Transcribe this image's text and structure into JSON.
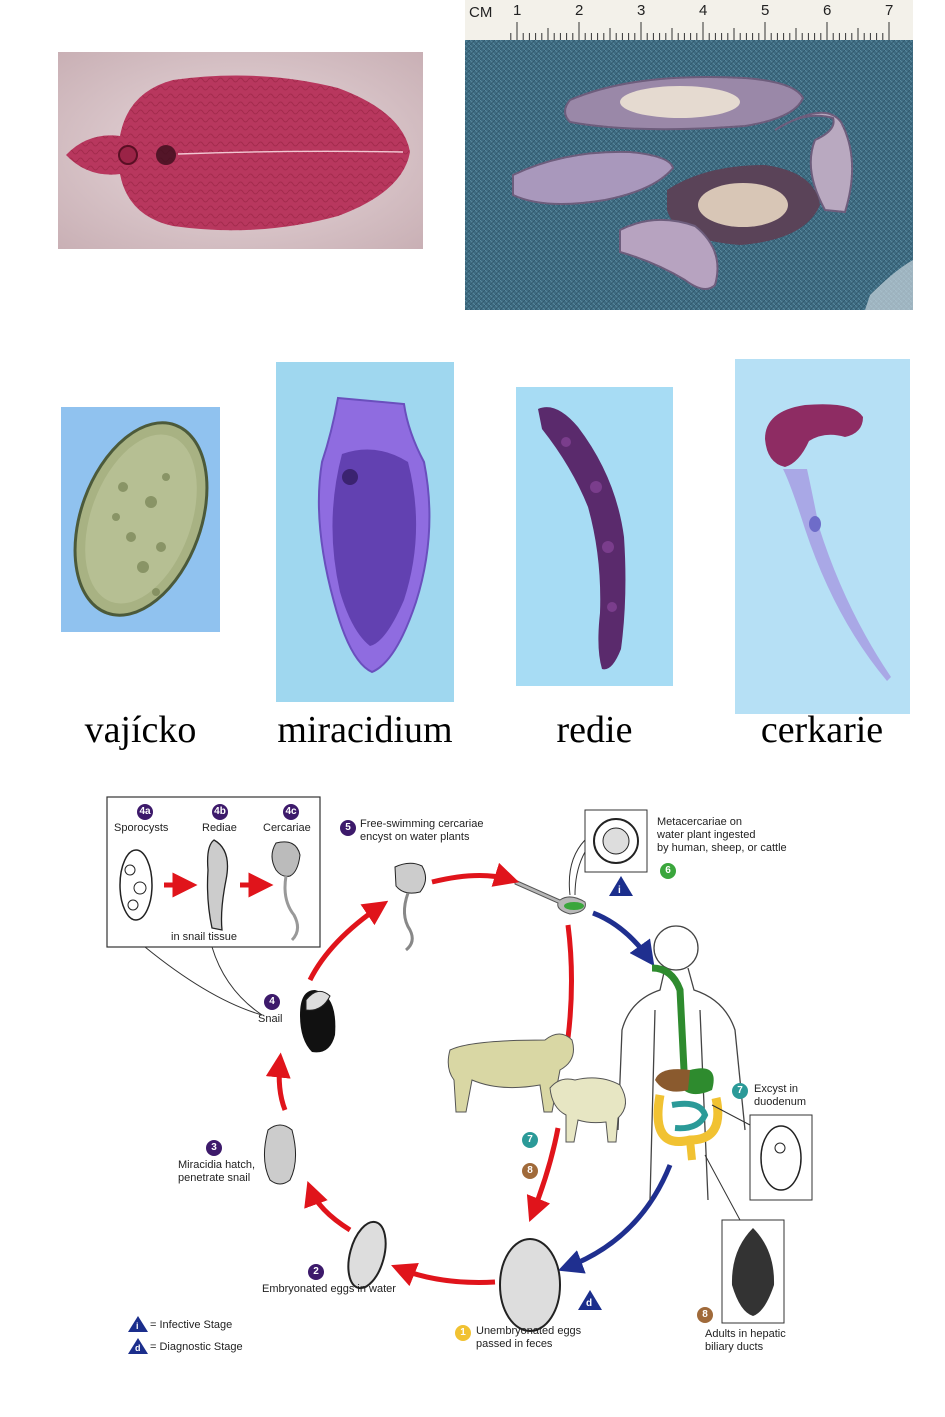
{
  "photos": {
    "adult_stained": {
      "icon": "stained-liver-fluke-photo"
    },
    "adults_specimens": {
      "icon": "liver-fluke-specimens-photo",
      "ruler": {
        "unit": "CM",
        "ticks": [
          "1",
          "2",
          "3",
          "4",
          "5",
          "6",
          "7"
        ]
      }
    }
  },
  "stages": [
    {
      "label": "vajícko",
      "icon": "egg-micrograph"
    },
    {
      "label": "miracidium",
      "icon": "miracidium-micrograph"
    },
    {
      "label": "redie",
      "icon": "redia-micrograph"
    },
    {
      "label": "cerkarie",
      "icon": "cercaria-micrograph"
    }
  ],
  "lifecycle": {
    "snail_box": {
      "items": [
        {
          "badge": "4a",
          "label": "Sporocysts"
        },
        {
          "badge": "4b",
          "label": "Rediae"
        },
        {
          "badge": "4c",
          "label": "Cercariae"
        }
      ],
      "caption": "in snail tissue"
    },
    "steps": {
      "s1": {
        "badge": "1",
        "text_lines": [
          "Unembryonated eggs",
          "passed in feces"
        ]
      },
      "s2": {
        "badge": "2",
        "text_lines": [
          "Embryonated eggs in water"
        ]
      },
      "s3": {
        "badge": "3",
        "text_lines": [
          "Miracidia hatch,",
          "penetrate snail"
        ]
      },
      "s4": {
        "badge": "4",
        "text_lines": [
          "Snail"
        ]
      },
      "s5": {
        "badge": "5",
        "text_lines": [
          "Free-swimming cercariae",
          "encyst on water plants"
        ]
      },
      "s6": {
        "badge": "6",
        "text_lines": [
          "Metacercariae on",
          "water plant ingested",
          "by human, sheep, or cattle"
        ]
      },
      "s7": {
        "badge": "7",
        "text_lines": [
          "Excyst in",
          "duodenum"
        ]
      },
      "s8": {
        "badge": "8",
        "text_lines": [
          "Adults in hepatic",
          "biliary ducts"
        ]
      },
      "animal7": {
        "badge": "7"
      },
      "animal8": {
        "badge": "8"
      }
    },
    "markers": {
      "infective": "i",
      "diagnostic": "d"
    },
    "legend": [
      {
        "symbol": "i",
        "text": "= Infective Stage"
      },
      {
        "symbol": "d",
        "text": "= Diagnostic Stage"
      }
    ],
    "colors": {
      "purple_badge": "#3d1a6b",
      "green_badge": "#3aa63c",
      "teal_badge": "#2b9a98",
      "brown_badge": "#a06a3a",
      "yellow_badge": "#f1c232",
      "red_arrow": "#e0141b",
      "blue_arrow": "#1f2f8f",
      "marker_blue": "#1b2e8c"
    }
  }
}
